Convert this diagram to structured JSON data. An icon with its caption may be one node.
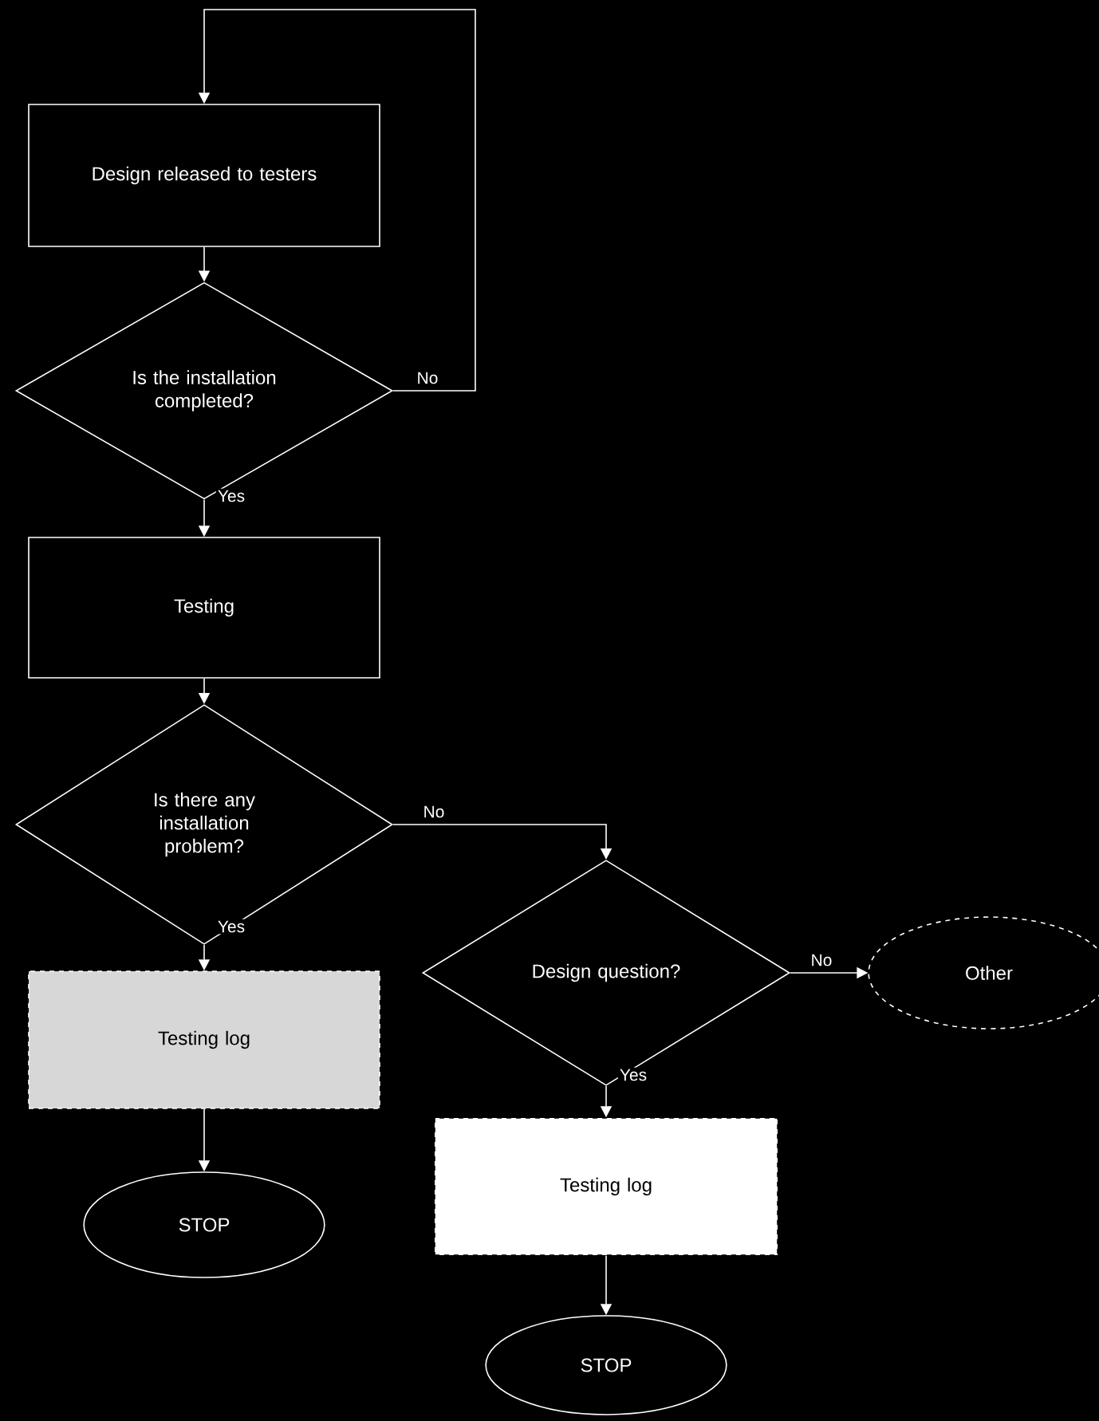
{
  "diagram": {
    "nodes": [
      {
        "text": [
          "Design released to testers"
        ]
      },
      {
        "text": [
          "Is the installation completed?"
        ]
      },
      {
        "text": [
          "Testing"
        ]
      },
      {
        "text": [
          "Is there any installation problem?"
        ]
      },
      {
        "text": [
          "Testing log"
        ]
      },
      {
        "text": [
          "STOP"
        ]
      },
      {
        "text": [
          "Design question?"
        ]
      },
      {
        "text": [
          "Other"
        ]
      },
      {
        "text": [
          "Testing log"
        ]
      },
      {
        "text": [
          "STOP"
        ]
      }
    ],
    "edges": [
      {
        "from": 1,
        "to": 0,
        "arrow": "to",
        "label": "No"
      },
      {
        "from": 0,
        "to": 1,
        "arrow": "to"
      },
      {
        "from": 1,
        "to": 2,
        "arrow": "to",
        "label": "Yes"
      },
      {
        "from": 2,
        "to": 3,
        "arrow": "to"
      },
      {
        "from": 3,
        "to": 4,
        "arrow": "to",
        "label": "Yes"
      },
      {
        "from": 3,
        "to": 6,
        "arrow": "to",
        "label": "No"
      },
      {
        "from": 6,
        "to": 7,
        "arrow": "to",
        "label": "No"
      },
      {
        "from": 6,
        "to": 8,
        "arrow": "to",
        "label": "Yes"
      },
      {
        "from": 4,
        "to": 5,
        "arrow": "to"
      },
      {
        "from": 8,
        "to": 9,
        "arrow": "to"
      }
    ]
  }
}
